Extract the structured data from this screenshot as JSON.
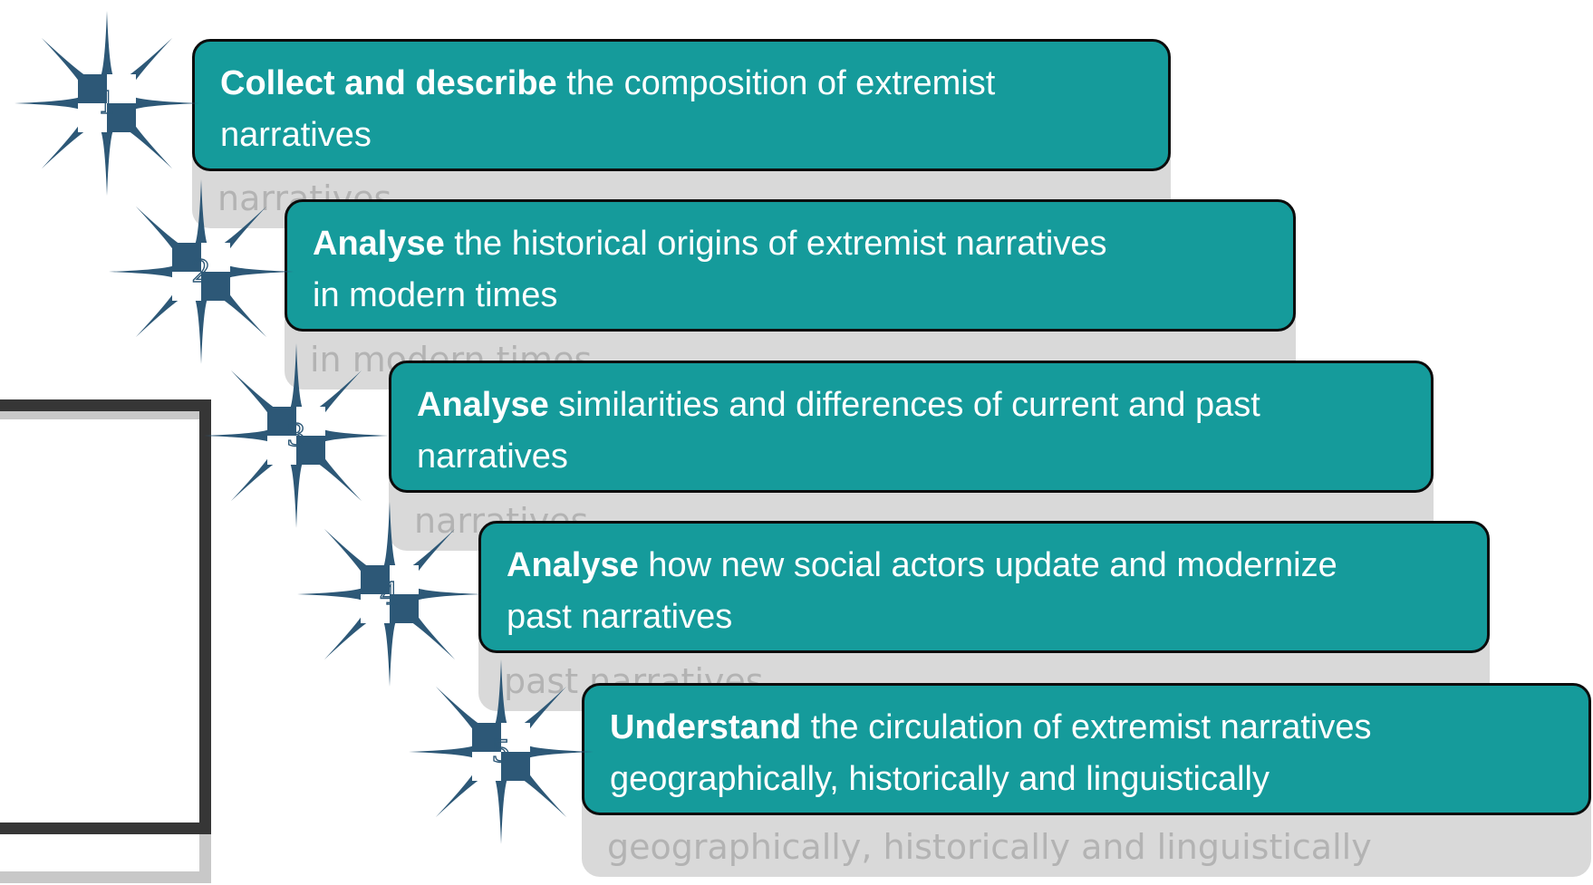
{
  "colors": {
    "box_fill": "#159b9b",
    "box_border": "#0c0c0c",
    "star": "#2d5877",
    "shadow": "#d9d9d9",
    "frame": "#363636"
  },
  "steps": [
    {
      "number": "1",
      "keyword": "Collect and describe",
      "text": " the composition of extremist",
      "text2": "narratives",
      "shadow_text": "narratives"
    },
    {
      "number": "2",
      "keyword": "Analyse",
      "text": " the historical origins of extremist narratives",
      "text2": "in modern times",
      "shadow_text": "in modern times"
    },
    {
      "number": "3",
      "keyword": "Analyse",
      "text": " similarities and differences of current and past",
      "text2": "narratives",
      "shadow_text": "narratives"
    },
    {
      "number": "4",
      "keyword": "Analyse",
      "text": " how new social actors update and modernize",
      "text2": "past narratives",
      "shadow_text": "past narratives"
    },
    {
      "number": "5",
      "keyword": "Understand",
      "text": " the circulation of extremist narratives",
      "text2": "geographically, historically and linguistically",
      "shadow_text": "geographically, historically and linguistically"
    }
  ]
}
